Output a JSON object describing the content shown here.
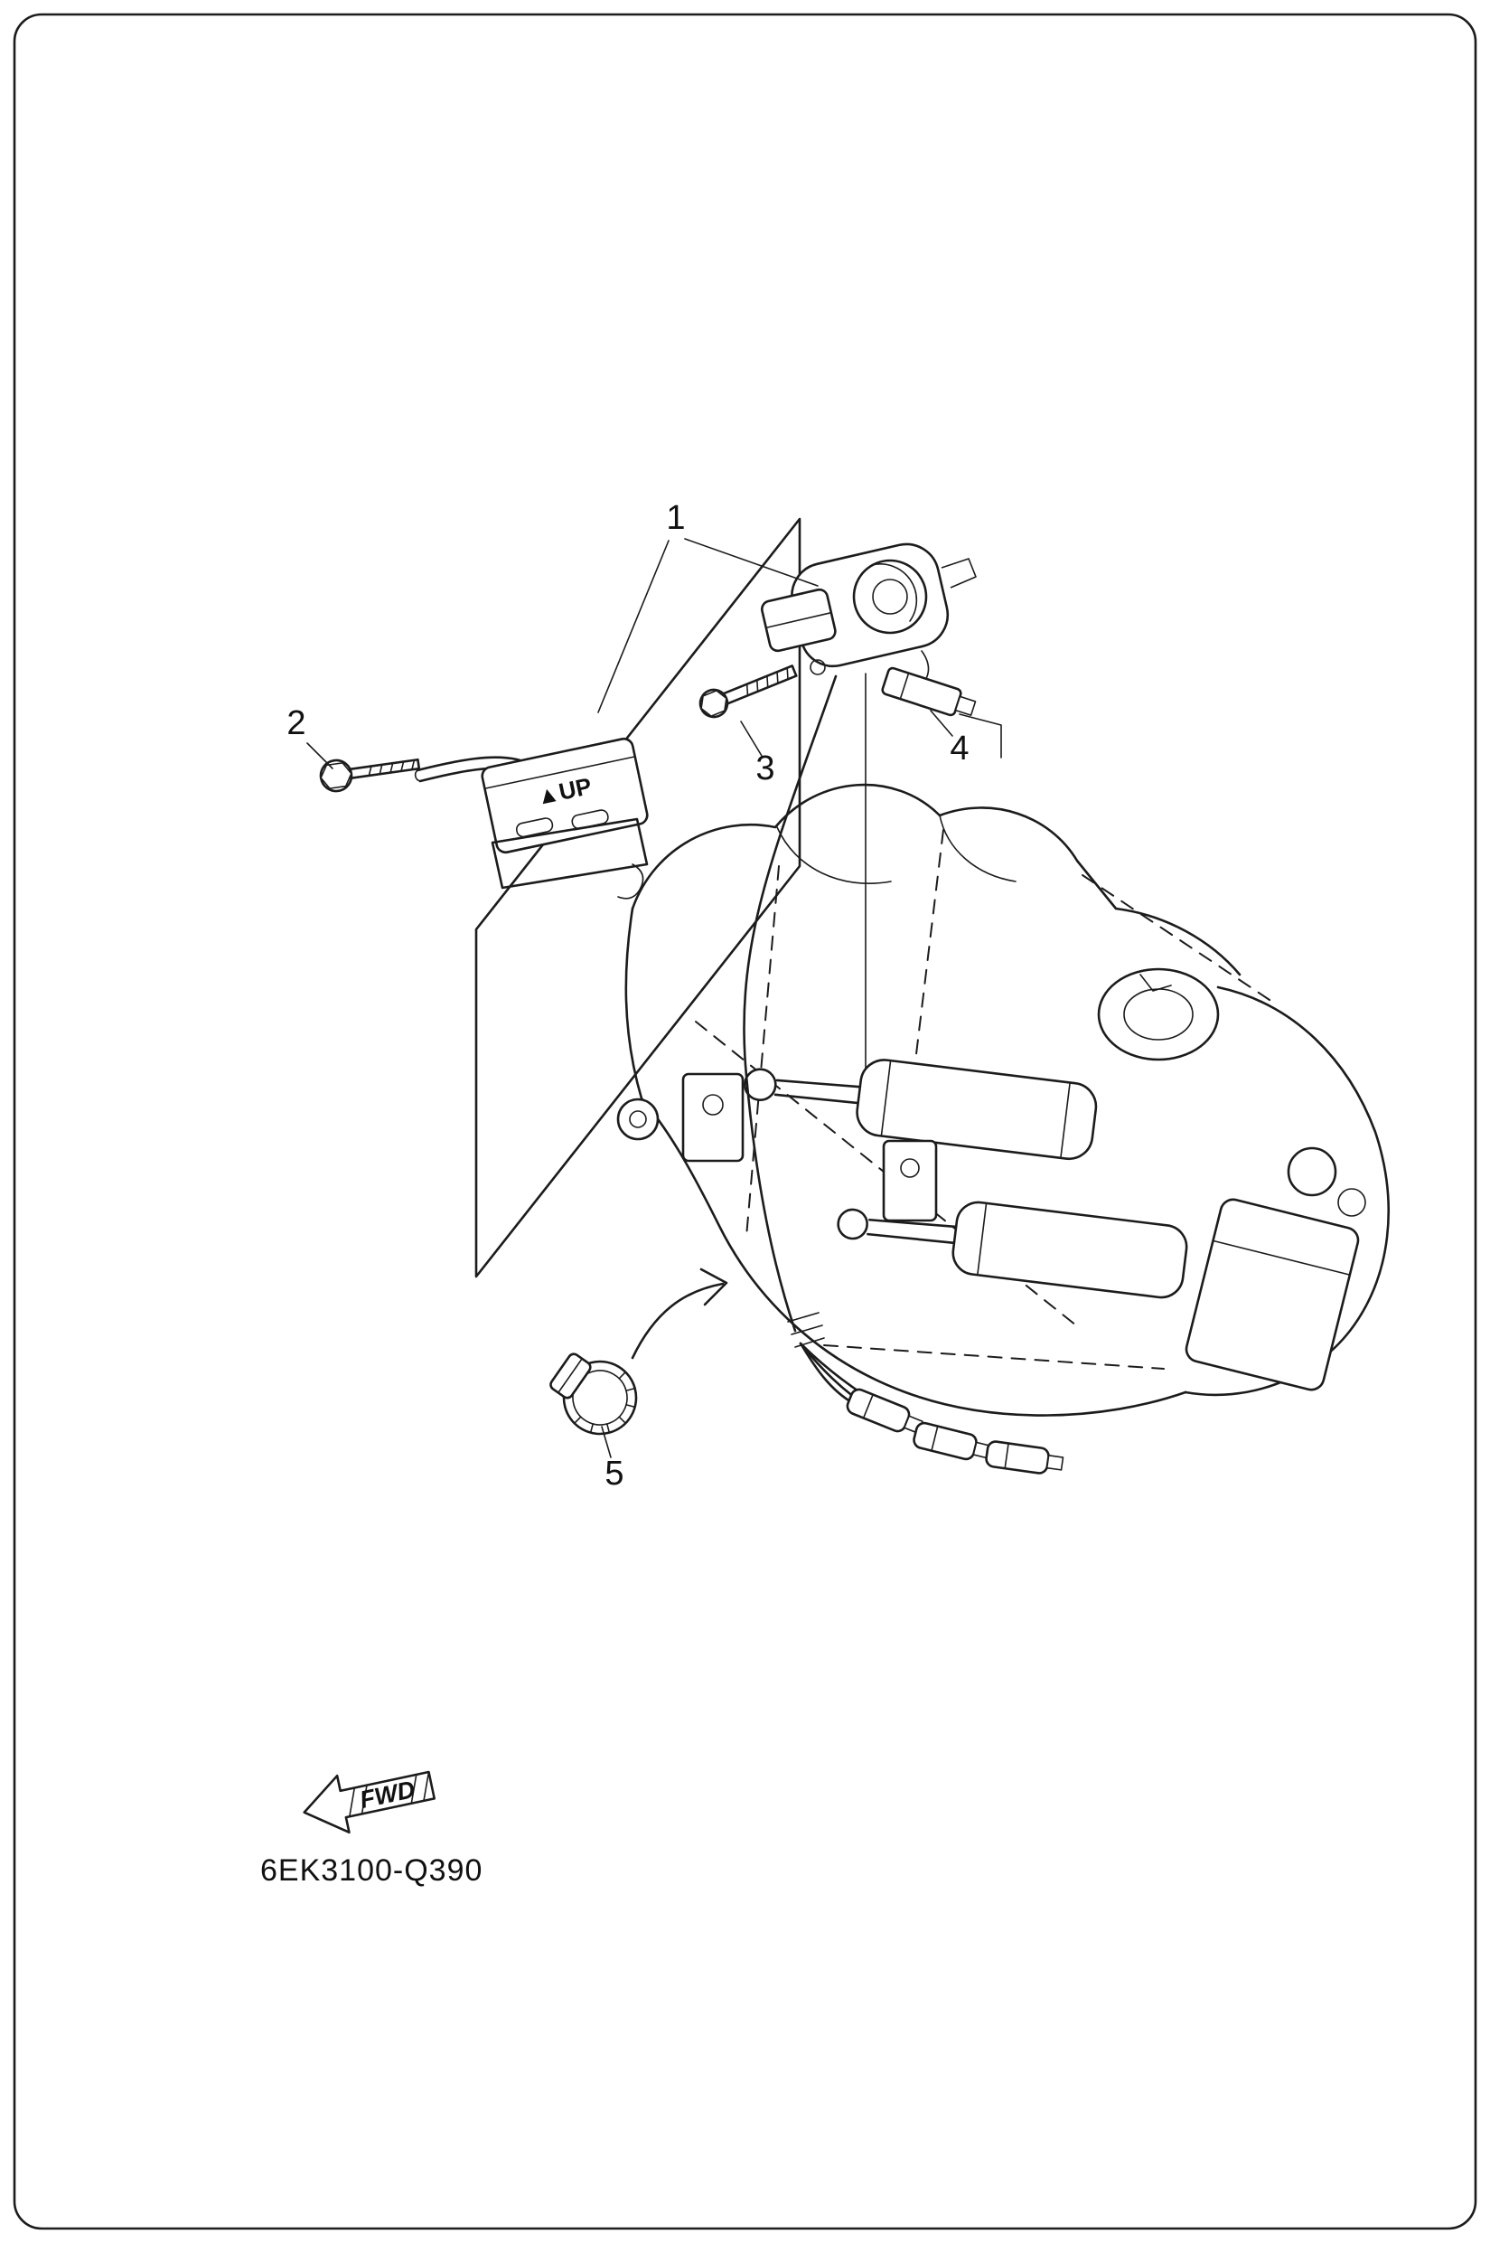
{
  "page": {
    "background": "#ffffff",
    "line_color": "#1c1c1c",
    "drawing_number": "6EK3100-Q390"
  },
  "diagram": {
    "type": "exploded-parts-diagram",
    "callouts": [
      {
        "id": 1,
        "label": "1"
      },
      {
        "id": 2,
        "label": "2"
      },
      {
        "id": 3,
        "label": "3"
      },
      {
        "id": 4,
        "label": "4"
      },
      {
        "id": 5,
        "label": "5"
      }
    ],
    "part_labels": {
      "up_marking": "▲UP",
      "fwd_marking": "FWD"
    }
  }
}
